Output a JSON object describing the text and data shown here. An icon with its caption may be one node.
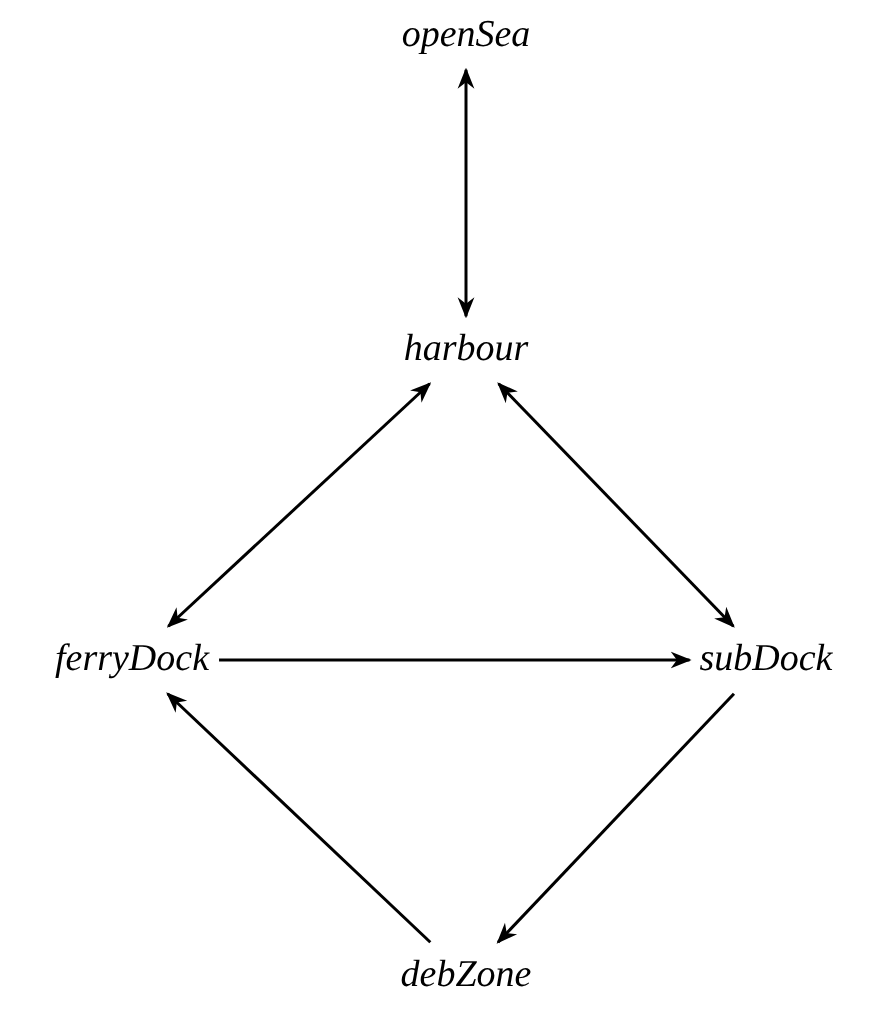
{
  "diagram": {
    "nodes": [
      {
        "text": [
          "openSea"
        ]
      },
      {
        "text": [
          "harbour"
        ]
      },
      {
        "text": [
          "ferryDock"
        ]
      },
      {
        "text": [
          "subDock"
        ]
      },
      {
        "text": [
          "debZone"
        ]
      }
    ],
    "edges": [
      {
        "from": 0,
        "to": 1,
        "arrow": "both"
      },
      {
        "from": 1,
        "to": 2,
        "arrow": "both"
      },
      {
        "from": 1,
        "to": 3,
        "arrow": "both"
      },
      {
        "from": 2,
        "to": 3,
        "arrow": "to"
      },
      {
        "from": 3,
        "to": 4,
        "arrow": "to"
      },
      {
        "from": 4,
        "to": 2,
        "arrow": "to"
      }
    ]
  }
}
